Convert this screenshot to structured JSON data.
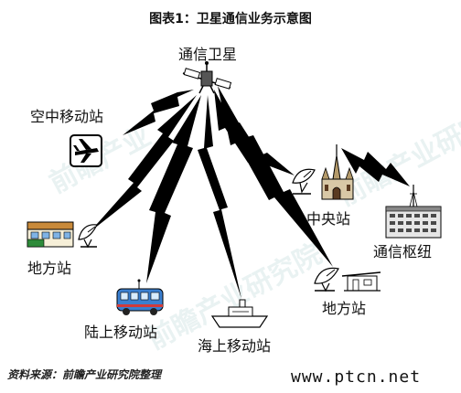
{
  "title": "图表1：卫星通信业务示意图",
  "nodes": {
    "satellite": "通信卫星",
    "air_mobile": "空中移动站",
    "local_left": "地方站",
    "land_mobile": "陆上移动站",
    "sea_mobile": "海上移动站",
    "central": "中央站",
    "local_right": "地方站",
    "hub": "通信枢纽"
  },
  "footer": {
    "source": "资料来源：前瞻产业研究院整理",
    "site": "www.ptcn.net"
  },
  "watermarks": [
    "前瞻产业",
    "前瞻产业研究院",
    "前瞻产业研究"
  ],
  "colors": {
    "bolt": "#000000",
    "accent_green": "#2e8b3a"
  },
  "icons": [
    "satellite-icon",
    "airplane-icon",
    "building-icon",
    "dish-icon",
    "bus-icon",
    "ship-icon",
    "church-icon",
    "antenna-tower-icon",
    "hub-building-icon",
    "station-icon"
  ]
}
